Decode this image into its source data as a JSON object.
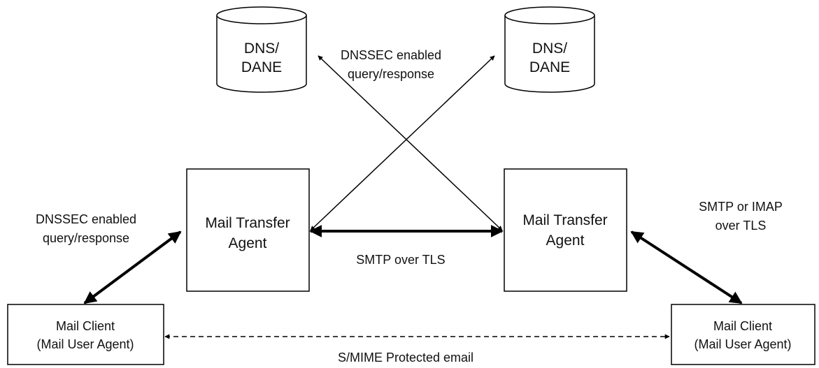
{
  "nodes": {
    "dns_left": {
      "line1": "DNS/",
      "line2": "DANE"
    },
    "dns_right": {
      "line1": "DNS/",
      "line2": "DANE"
    },
    "mta_left": {
      "line1": "Mail Transfer",
      "line2": "Agent"
    },
    "mta_right": {
      "line1": "Mail Transfer",
      "line2": "Agent"
    },
    "client_left": {
      "line1": "Mail Client",
      "line2": "(Mail User Agent)"
    },
    "client_right": {
      "line1": "Mail Client",
      "line2": "(Mail User Agent)"
    }
  },
  "edge_labels": {
    "dnssec_top": {
      "line1": "DNSSEC enabled",
      "line2": "query/response"
    },
    "dnssec_left": {
      "line1": "DNSSEC enabled",
      "line2": "query/response"
    },
    "smtp_tls": "SMTP over TLS",
    "smtp_imap": {
      "line1": "SMTP or IMAP",
      "line2": "over TLS"
    },
    "smime": "S/MIME Protected email"
  }
}
